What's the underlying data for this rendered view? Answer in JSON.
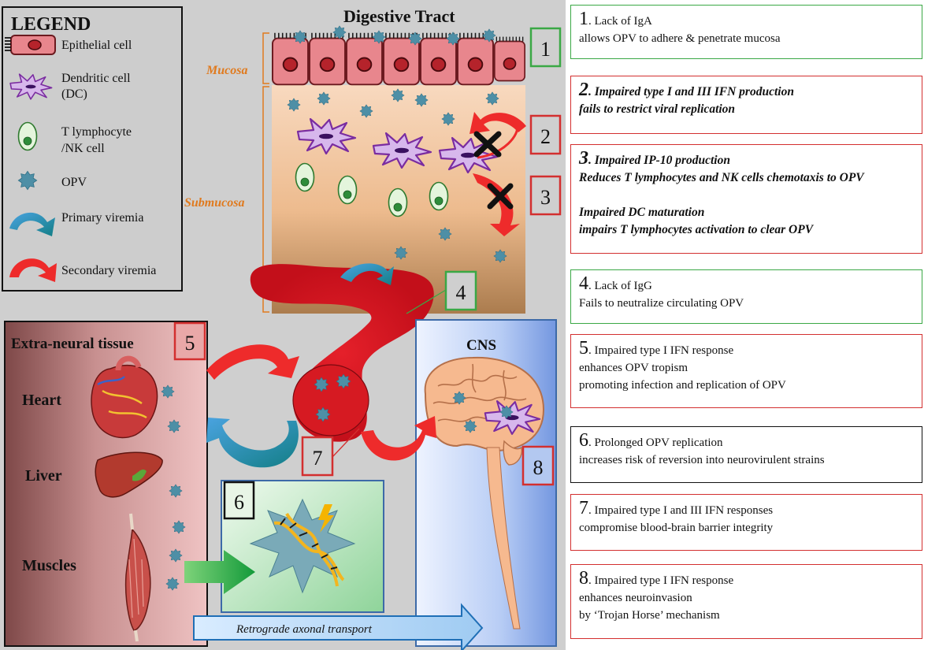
{
  "legend": {
    "title": "LEGEND",
    "items": [
      {
        "label": "Epithelial cell"
      },
      {
        "label": "Dendritic cell",
        "label2": "(DC)"
      },
      {
        "label": "T lymphocyte",
        "label2": "/NK cell"
      },
      {
        "label": "OPV"
      },
      {
        "label": "Primary viremia"
      },
      {
        "label": "Secondary viremia"
      }
    ]
  },
  "diagram": {
    "digestive_tract": "Digestive Tract",
    "mucosa": "Mucosa",
    "submucosa": "Submucosa",
    "extra_neural": "Extra-neural tissue",
    "organs": [
      "Heart",
      "Liver",
      "Muscles"
    ],
    "cns": "CNS",
    "retrograde": "Retrograde axonal transport",
    "markers": [
      "1",
      "2",
      "3",
      "4",
      "5",
      "6",
      "7",
      "8"
    ],
    "colors": {
      "red_box": "#d32f2f",
      "green_box": "#3aa845",
      "black_box": "#111111",
      "orange_label": "#e07a1e"
    }
  },
  "panel": [
    {
      "num": "1",
      "border": "green",
      "lines": [
        {
          "t": ". Lack of IgA",
          "b": false
        },
        {
          "t": "allows OPV to adhere & penetrate mucosa",
          "b": false
        }
      ]
    },
    {
      "num": "2",
      "border": "red",
      "lines": [
        {
          "t": ". Impaired type I and III IFN production",
          "b": true
        },
        {
          "t": "fails to restrict viral replication",
          "b": true
        }
      ]
    },
    {
      "num": "3",
      "border": "red",
      "lines": [
        {
          "t": ". Impaired IP-10 production",
          "b": true
        },
        {
          "t": "Reduces T lymphocytes and NK cells chemotaxis to OPV",
          "b": true
        },
        {
          "t": "",
          "b": true
        },
        {
          "t": "Impaired DC maturation",
          "b": true
        },
        {
          "t": "impairs T lymphocytes activation to clear OPV",
          "b": true
        }
      ]
    },
    {
      "num": "4",
      "border": "green",
      "lines": [
        {
          "t": ". Lack of IgG",
          "b": false
        },
        {
          "t": "Fails to neutralize circulating OPV",
          "b": false
        }
      ]
    },
    {
      "num": "5",
      "border": "red",
      "lines": [
        {
          "t": ". Impaired type I IFN response",
          "b": false
        },
        {
          "t": "enhances OPV tropism",
          "b": false
        },
        {
          "t": "promoting infection and replication of OPV",
          "b": false
        }
      ]
    },
    {
      "num": "6",
      "border": "black",
      "lines": [
        {
          "t": ". Prolonged OPV replication",
          "b": false
        },
        {
          "t": "increases risk of reversion into neurovirulent strains",
          "b": false
        }
      ]
    },
    {
      "num": "7",
      "border": "red",
      "lines": [
        {
          "t": ". Impaired type I and III IFN responses",
          "b": false
        },
        {
          "t": "compromise blood-brain barrier integrity",
          "b": false
        }
      ]
    },
    {
      "num": "8",
      "border": "red",
      "lines": [
        {
          "t": ". Impaired type I IFN response",
          "b": false
        },
        {
          "t": "enhances neuroinvasion",
          "b": false
        },
        {
          "t": "by ‘Trojan Horse’ mechanism",
          "b": false
        }
      ]
    }
  ]
}
